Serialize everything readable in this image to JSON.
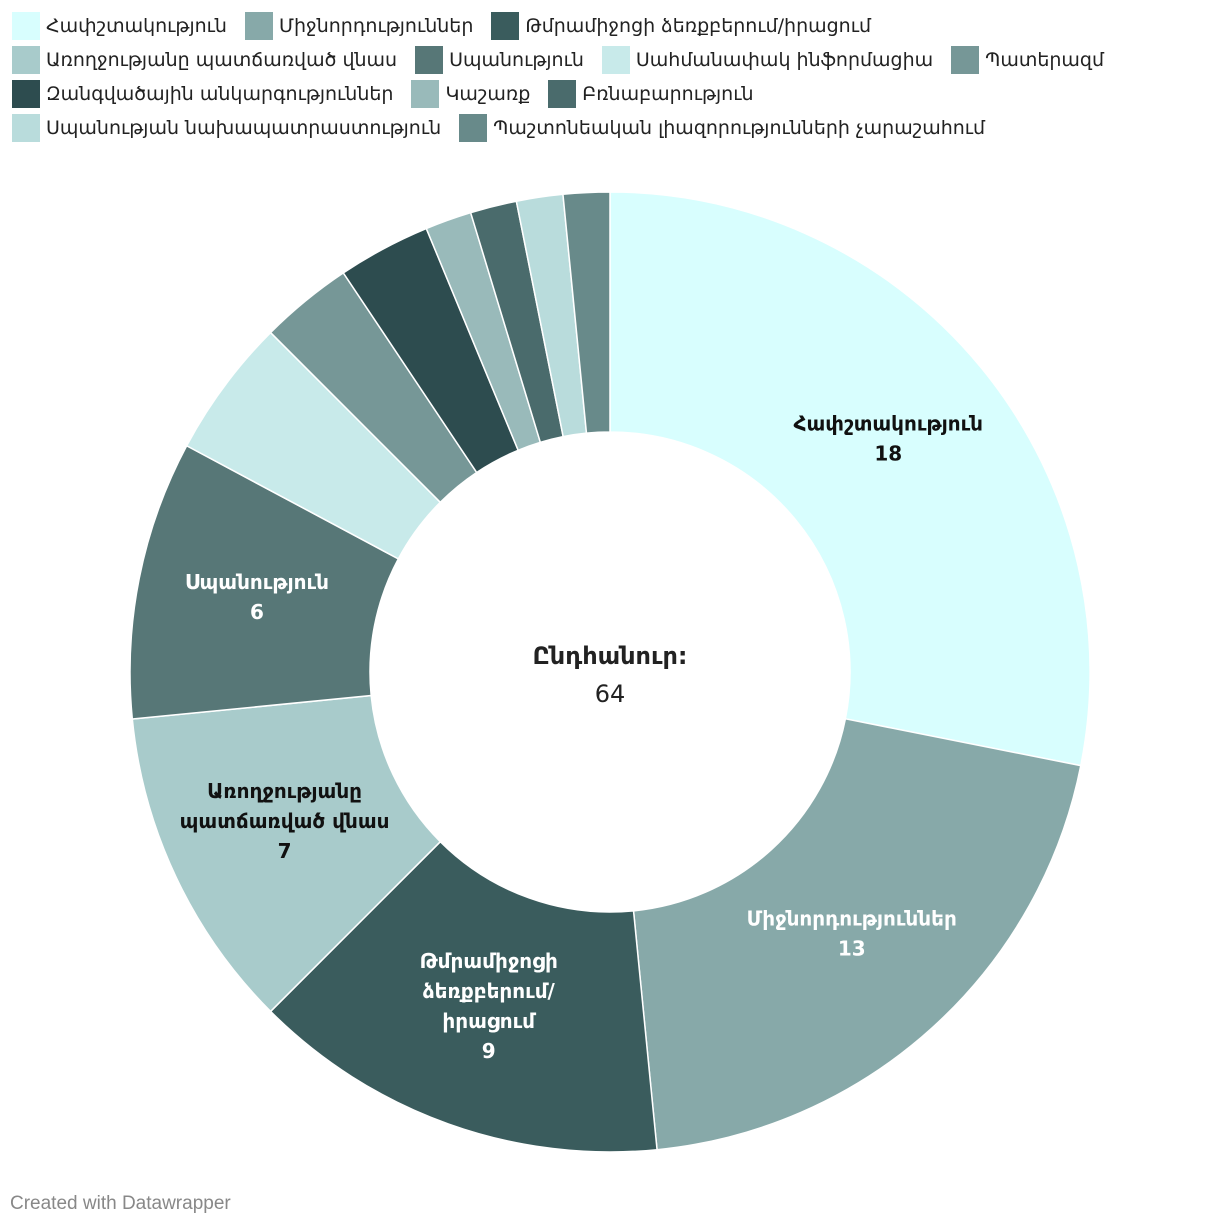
{
  "chart_data": {
    "type": "pie",
    "variant": "donut",
    "legend_position": "top",
    "total_label": "Ընդհանուր:",
    "total_value": "64",
    "slices": [
      {
        "name": "Հափշտակություն",
        "value": 18,
        "color": "#d8fefe",
        "label_lines": [
          "Հափշտակություն"
        ],
        "label_color": "#111111"
      },
      {
        "name": "Միջնորդություններ",
        "value": 13,
        "color": "#87a9a9",
        "label_lines": [
          "Միջնորդություններ"
        ],
        "label_color": "#ffffff"
      },
      {
        "name": "Թմրամիջոցի ձեռքբերում/իրացում",
        "value": 9,
        "color": "#3a5c5d",
        "label_lines": [
          "Թմրամիջոցի",
          "ձեռքբերում/",
          "իրացում"
        ],
        "label_color": "#ffffff"
      },
      {
        "name": "Առողջությանը պատճառված վնաս",
        "value": 7,
        "color": "#a8cbcb",
        "label_lines": [
          "Առողջությանը",
          "պատճառված վնաս"
        ],
        "label_color": "#111111"
      },
      {
        "name": "Սպանություն",
        "value": 6,
        "color": "#577777",
        "label_lines": [
          "Սպանություն"
        ],
        "label_color": "#ffffff"
      },
      {
        "name": "Սահմանափակ ինֆորմացիա",
        "value": 3,
        "color": "#c8eaea"
      },
      {
        "name": "Պատերազմ",
        "value": 2,
        "color": "#769797"
      },
      {
        "name": "Զանգվածային անկարգություններ",
        "value": 2,
        "color": "#2d4c4f"
      },
      {
        "name": "Կաշառք",
        "value": 1,
        "color": "#99baba"
      },
      {
        "name": "Բռնաբարություն",
        "value": 1,
        "color": "#4a6b6c"
      },
      {
        "name": "Սպանության նախապատրաստություն",
        "value": 1,
        "color": "#b9dcdc"
      },
      {
        "name": "Պաշտոնեական լիազորությունների չարաշահում",
        "value": 1,
        "color": "#688a8a"
      }
    ]
  },
  "footer": "Created with Datawrapper"
}
